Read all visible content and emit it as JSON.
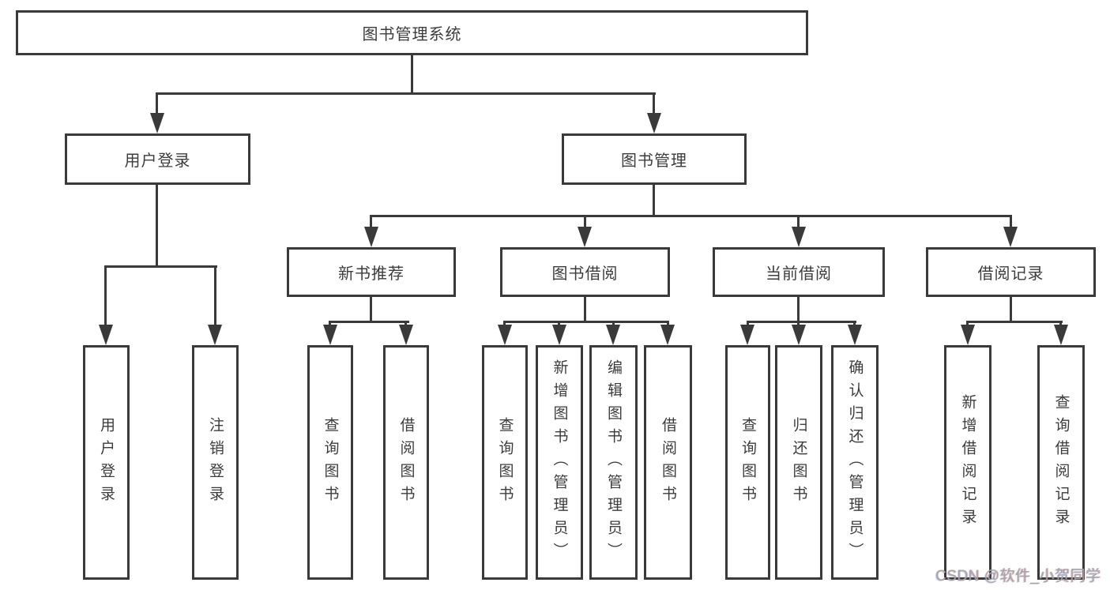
{
  "title": "图书管理系统",
  "tree": {
    "root": {
      "label": "图书管理系统"
    },
    "branches": [
      {
        "label": "用户登录",
        "children": [
          {
            "label": "用户登录"
          },
          {
            "label": "注销登录"
          }
        ]
      },
      {
        "label": "图书管理",
        "children": [
          {
            "label": "新书推荐",
            "children": [
              {
                "label": "查询图书"
              },
              {
                "label": "借阅图书"
              }
            ]
          },
          {
            "label": "图书借阅",
            "children": [
              {
                "label": "查询图书"
              },
              {
                "label": "新增图书（管理员）"
              },
              {
                "label": "编辑图书（管理员）"
              },
              {
                "label": "借阅图书"
              }
            ]
          },
          {
            "label": "当前借阅",
            "children": [
              {
                "label": "查询图书"
              },
              {
                "label": "归还图书"
              },
              {
                "label": "确认归还（管理员）"
              }
            ]
          },
          {
            "label": "借阅记录",
            "children": [
              {
                "label": "新增借阅记录"
              },
              {
                "label": "查询借阅记录"
              }
            ]
          }
        ]
      }
    ]
  },
  "watermark": "CSDN @软件_小贺同学",
  "colors": {
    "line": "#3a3a3a",
    "text": "#3c3c3c",
    "watermark": "#a6a6a6",
    "background": "#ffffff"
  }
}
